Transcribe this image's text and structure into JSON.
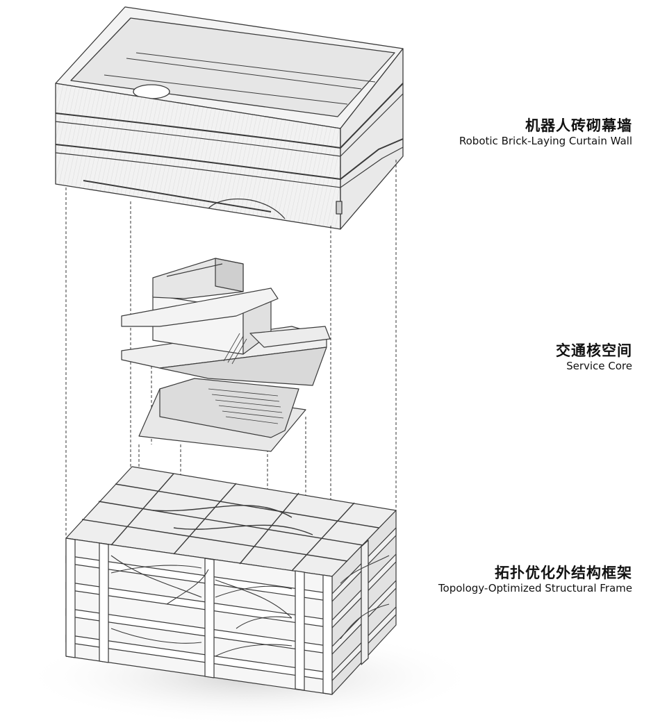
{
  "layers": [
    {
      "id": "curtain-wall",
      "title_zh": "机器人砖砌幕墙",
      "title_en": "Robotic Brick-Laying Curtain Wall"
    },
    {
      "id": "service-core",
      "title_zh": "交通核空间",
      "title_en": "Service Core"
    },
    {
      "id": "structural-frame",
      "title_zh": "拓扑优化外结构框架",
      "title_en": "Topology-Optimized Structural Frame"
    }
  ],
  "colors": {
    "background": "#ffffff",
    "line": "#3a3a3a",
    "surface_light": "#f4f4f4",
    "surface_mid": "#e3e3e3",
    "surface_dark": "#cfcfcf",
    "shadow": "#d8d8d8"
  }
}
